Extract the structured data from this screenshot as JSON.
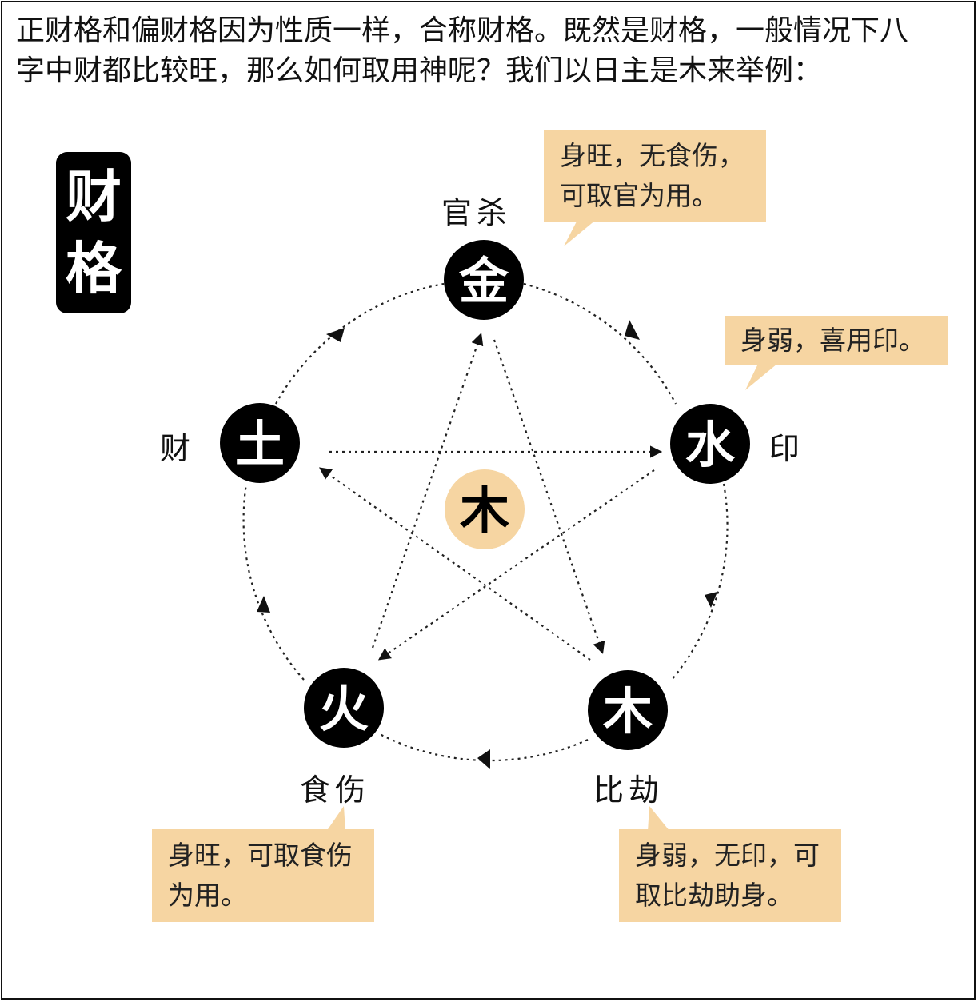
{
  "intro": {
    "line1": "正财格和偏财格因为性质一样，合称财格。既然是财格，一般情况下八",
    "line2": "字中财都比较旺，那么如何取用神呢？我们以日主是木来举例："
  },
  "title": {
    "char1": "财",
    "char2": "格"
  },
  "center": {
    "char": "木",
    "color": "#f6d5a2"
  },
  "nodes": {
    "metal": {
      "char": "金",
      "label": "官杀"
    },
    "water": {
      "char": "水",
      "label": "印"
    },
    "wood": {
      "char": "木",
      "label": "比劫"
    },
    "fire": {
      "char": "火",
      "label": "食伤"
    },
    "earth": {
      "char": "土",
      "label": "财"
    }
  },
  "notes": {
    "metal": [
      "身旺，无食伤，",
      "可取官为用。"
    ],
    "water": [
      "身弱，喜用印。"
    ],
    "wood": [
      "身弱，无印，可",
      "取比劫助身。"
    ],
    "fire": [
      "身旺，可取食伤",
      "为用。"
    ]
  },
  "colors": {
    "node": "#000000",
    "note": "#f6d5a2",
    "arrow": "#222222"
  }
}
